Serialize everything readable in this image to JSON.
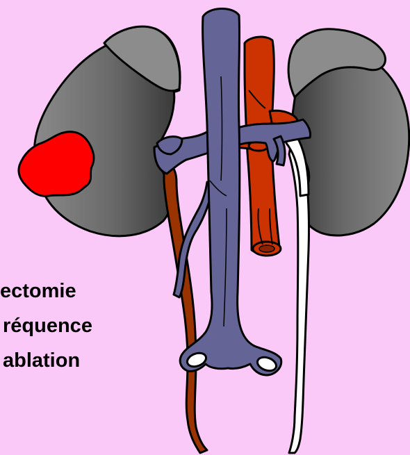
{
  "colors": {
    "background": "#FBC9F7",
    "kidney_body": "#6F6F6F",
    "kidney_shadow": "#4A4A4A",
    "kidney_cap": "#8C8C8C",
    "tumor": "#FF0000",
    "vena_cava": "#646496",
    "vena_cava_dark": "#4A4A78",
    "aorta": "#CC3300",
    "ureter_left": "#993300",
    "ureter_right": "#FFFFFF",
    "outline": "#000000"
  },
  "caption": {
    "line1": "ectomie",
    "line2": "réquence",
    "line3": "ablation"
  },
  "icons": {
    "diagram": "kidney-anatomy-illustration"
  }
}
